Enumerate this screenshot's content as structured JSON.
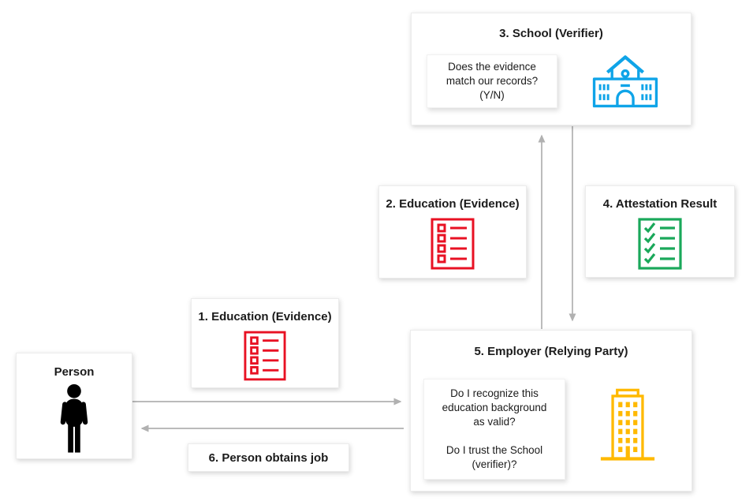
{
  "nodes": {
    "person": {
      "title": "Person",
      "icon": "person-icon",
      "icon_color": "#000000"
    },
    "education_evidence_1": {
      "title": "1. Education (Evidence)",
      "icon": "checklist-icon",
      "icon_color": "#E81123"
    },
    "education_evidence_2": {
      "title": "2. Education (Evidence)",
      "icon": "checklist-icon",
      "icon_color": "#E81123"
    },
    "school_verifier": {
      "title": "3. School (Verifier)",
      "question": "Does the evidence\nmatch our records?\n(Y/N)",
      "icon": "school-icon",
      "icon_color": "#0FA4E8"
    },
    "attestation_result": {
      "title": "4. Attestation Result",
      "icon": "checklist-check-icon",
      "icon_color": "#1AA85A"
    },
    "employer_relying_party": {
      "title": "5. Employer (Relying Party)",
      "questions": "Do I recognize this\neducation background\nas valid?\n\nDo I trust the School\n(verifier)?",
      "icon": "office-building-icon",
      "icon_color": "#FFB900"
    },
    "person_obtains_job": {
      "title": "6. Person obtains job"
    }
  },
  "connections": [
    {
      "from": "person",
      "to": "employer_relying_party",
      "label": "1. Education (Evidence)",
      "direction": "right"
    },
    {
      "from": "employer_relying_party",
      "to": "school_verifier",
      "label": "2. Education (Evidence)",
      "direction": "up"
    },
    {
      "from": "school_verifier",
      "to": "employer_relying_party",
      "label": "4. Attestation Result",
      "direction": "down"
    },
    {
      "from": "employer_relying_party",
      "to": "person",
      "label": "6. Person obtains job",
      "direction": "left"
    }
  ],
  "colors": {
    "arrow": "#B1B1B1",
    "red": "#E81123",
    "green": "#1AA85A",
    "blue": "#0FA4E8",
    "amber": "#FFB900",
    "text": "#1B1B1B",
    "background": "#FFFFFF"
  }
}
